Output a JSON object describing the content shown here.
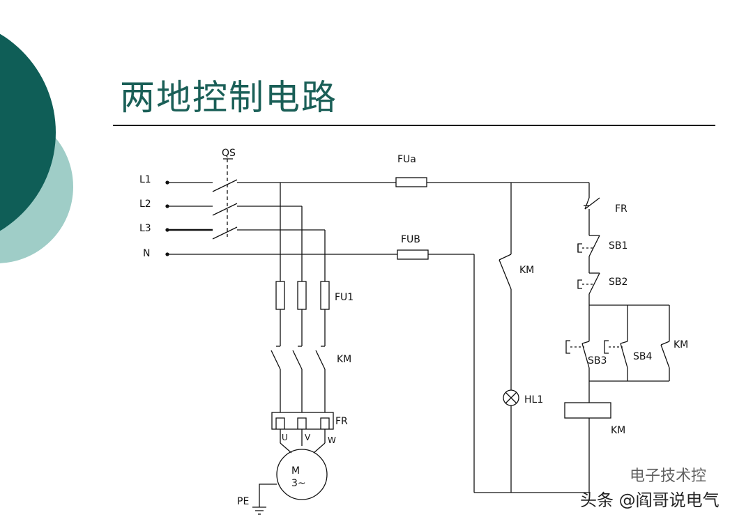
{
  "slide": {
    "title": "两地控制电路",
    "theme_colors": {
      "dark_circle": "#0f5e57",
      "light_circle": "#9fcdc7",
      "title": "#1a5f57"
    }
  },
  "diagram": {
    "labels": {
      "qs": "QS",
      "l1": "L1",
      "l2": "L2",
      "l3": "L3",
      "n": "N",
      "fu_a": "FUa",
      "fu_b": "FUB",
      "fu1": "FU1",
      "km_main": "KM",
      "fr_motor": "FR",
      "u": "U",
      "v": "V",
      "w": "W",
      "motor_m": "M",
      "motor_phase": "3~",
      "pe": "PE",
      "km_light": "KM",
      "hl1": "HL1",
      "fr_ctrl": "FR",
      "sb1": "SB1",
      "sb2": "SB2",
      "sb3": "SB3",
      "sb4": "SB4",
      "km_hold": "KM",
      "km_coil": "KM"
    }
  },
  "watermark": {
    "account": "电子技术控",
    "source": "头条 @阎哥说电气"
  }
}
